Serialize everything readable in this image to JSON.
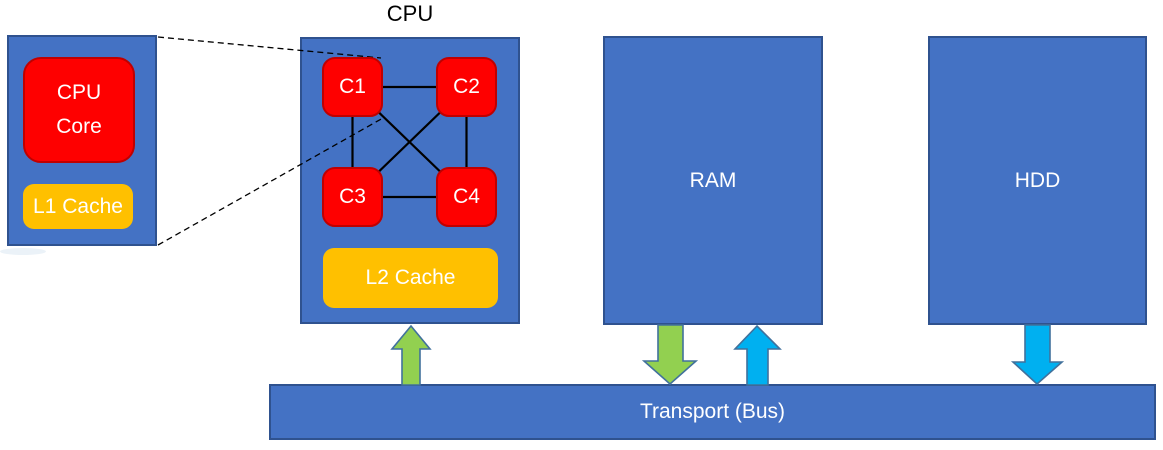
{
  "detail": {
    "core_line1": "CPU",
    "core_line2": "Core",
    "l1_label": "L1 Cache"
  },
  "cpu": {
    "title": "CPU",
    "cores": [
      {
        "label": "C1"
      },
      {
        "label": "C2"
      },
      {
        "label": "C3"
      },
      {
        "label": "C4"
      }
    ],
    "l2_label": "L2 Cache"
  },
  "ram": {
    "label": "RAM"
  },
  "hdd": {
    "label": "HDD"
  },
  "bus": {
    "label": "Transport (Bus)"
  },
  "arrows": [
    {
      "id": "bus-to-cpu",
      "direction": "up",
      "color": "green"
    },
    {
      "id": "ram-to-bus",
      "direction": "down",
      "color": "green"
    },
    {
      "id": "bus-to-ram",
      "direction": "up",
      "color": "blue"
    },
    {
      "id": "hdd-to-bus",
      "direction": "down",
      "color": "blue"
    }
  ],
  "colors": {
    "box_blue": "#4472C4",
    "box_blue_border": "#2F528F",
    "core_red": "#FE0000",
    "core_red_border": "#C00000",
    "cache_yellow": "#FFC000",
    "arrow_green": "#92D050",
    "arrow_blue": "#00B0F0",
    "arrow_outline": "#41719C",
    "connector_black": "#000000",
    "title_black": "#000000"
  }
}
